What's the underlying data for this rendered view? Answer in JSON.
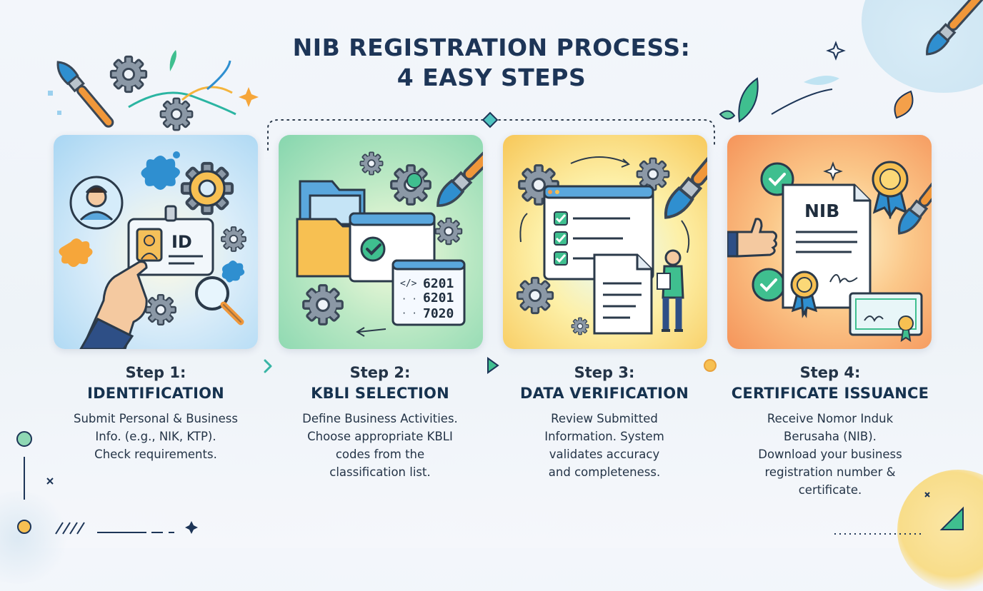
{
  "title": {
    "line1": "NIB REGISTRATION PROCESS:",
    "line2": "4 EASY STEPS"
  },
  "steps": [
    {
      "number": "Step 1:",
      "title": "IDENTIFICATION",
      "description": [
        "Submit Personal & Business",
        "Info. (e.g., NIK, KTP).",
        "Check requirements."
      ],
      "illustration": {
        "id_card_label": "ID"
      }
    },
    {
      "number": "Step 2:",
      "title": "KBLI SELECTION",
      "description": [
        "Define Business Activities.",
        "Choose appropriate KBLI",
        "codes from the",
        "classification list."
      ],
      "illustration": {
        "code_tag": "</>",
        "codes": [
          "6201",
          "6201",
          "7020"
        ]
      }
    },
    {
      "number": "Step 3:",
      "title": "DATA VERIFICATION",
      "description": [
        "Review Submitted",
        "Information. System",
        "validates accuracy",
        "and completeness."
      ],
      "illustration": {}
    },
    {
      "number": "Step 4:",
      "title": "CERTIFICATE ISSUANCE",
      "description": [
        "Receive Nomor Induk",
        "Berusaha (NIB).",
        "Download your business",
        "registration number &",
        "certificate."
      ],
      "illustration": {
        "certificate_label": "NIB"
      }
    }
  ],
  "colors": {
    "title": "#1d3557",
    "card1": "#a8d6f3",
    "card2": "#86d6ae",
    "card3": "#f7c758",
    "card4": "#f5945a",
    "check": "#2e9e5b",
    "gear": "#6b7a89"
  }
}
